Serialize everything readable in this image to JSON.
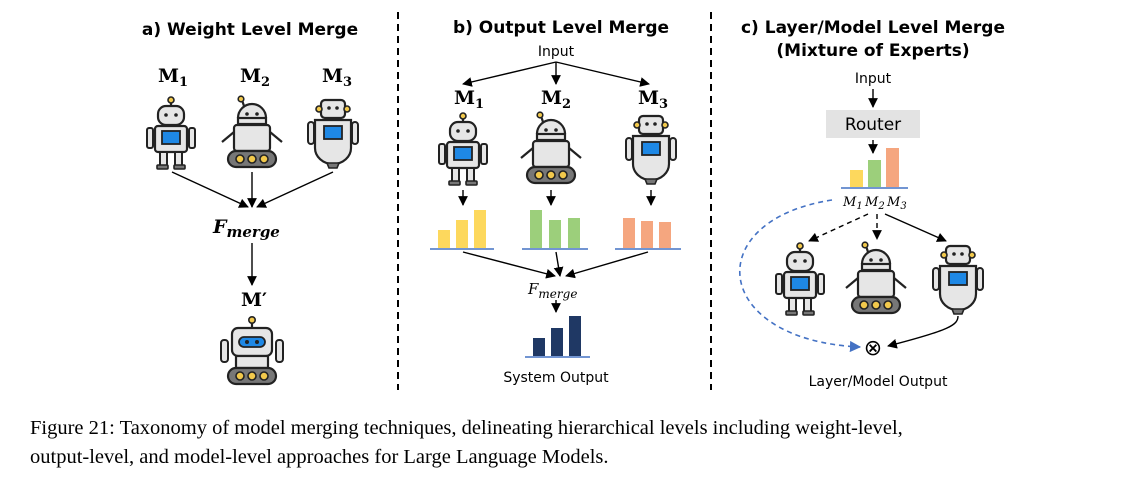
{
  "panels": {
    "a": {
      "title": "a) Weight Level Merge",
      "models": [
        {
          "m": "M",
          "sub": "1"
        },
        {
          "m": "M",
          "sub": "2"
        },
        {
          "m": "M",
          "sub": "3"
        }
      ],
      "merge_label": "F",
      "merge_sub": "merge",
      "result_label": "M′"
    },
    "b": {
      "title": "b) Output Level Merge",
      "input_label": "Input",
      "models": [
        {
          "m": "M",
          "sub": "1"
        },
        {
          "m": "M",
          "sub": "2"
        },
        {
          "m": "M",
          "sub": "3"
        }
      ],
      "merge_label": "F",
      "merge_sub": "merge",
      "output_label": "System Output",
      "bar_colors": [
        "#fdd85d",
        "#9ccf7b",
        "#f5a67f"
      ],
      "output_bar_color": "#1f3864"
    },
    "c": {
      "title_line1": "c) Layer/Model Level Merge",
      "title_line2": "(Mixture of Experts)",
      "input_label": "Input",
      "router_label": "Router",
      "router_models": [
        {
          "m": "M",
          "sub": "1"
        },
        {
          "m": "M",
          "sub": "2"
        },
        {
          "m": "M",
          "sub": "3"
        }
      ],
      "combine_symbol": "⊗",
      "output_label": "Layer/Model Output"
    }
  },
  "caption": {
    "line1": "Figure 21: Taxonomy of model merging techniques, delineating hierarchical levels including weight-level,",
    "line2": "output-level, and model-level approaches for Large Language Models."
  }
}
